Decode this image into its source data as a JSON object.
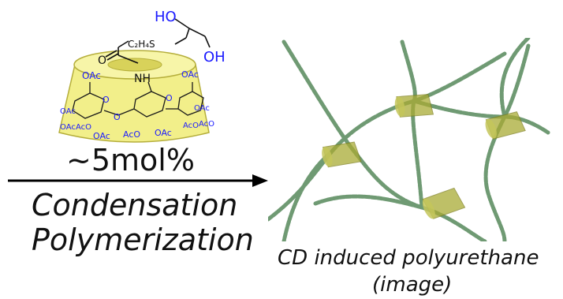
{
  "molecule": {
    "substituents": {
      "ho": "HO",
      "oh": "OH",
      "nh": "NH",
      "carbonyl_o": "O",
      "ethyl": "C₂H₄S",
      "ring_o": "O"
    },
    "acetates": [
      "OAc",
      "OAc",
      "OAc",
      "OAc",
      "AcO",
      "OAc",
      "AcO",
      "OAc",
      "OAc",
      "AcO",
      "AcO"
    ],
    "loading": "~5mol%"
  },
  "reaction": {
    "line1": "Condensation",
    "line2": "Polymerization"
  },
  "product": {
    "caption_line1": "CD induced polyurethane",
    "caption_line2": "(image)"
  },
  "colors": {
    "cone_fill": "#f2ef8a",
    "cone_edge": "#b5ae3a",
    "heteroatom": "#1a1aff",
    "chain": "#6f9a73",
    "cd_ring": "#a9ab35",
    "arrow": "#000000"
  }
}
